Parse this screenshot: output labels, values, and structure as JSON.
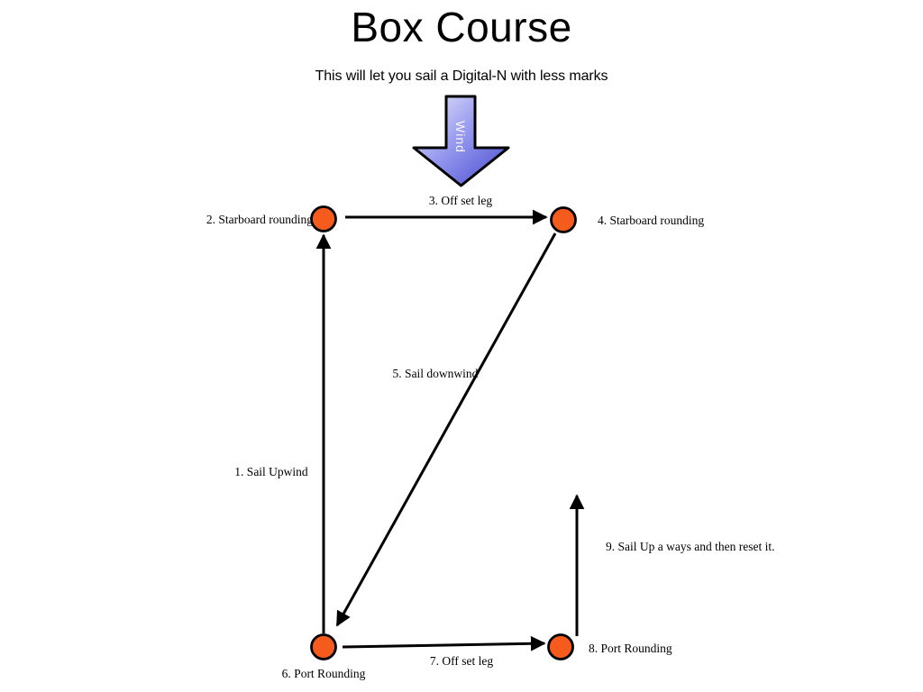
{
  "title": "Box Course",
  "subtitle": "This will let you sail a Digital-N with less marks",
  "wind": {
    "label": "Wind",
    "gradient": [
      "#ecebfd",
      "#9a9def",
      "#4448ce"
    ]
  },
  "colors": {
    "mark_fill": "#f65b1e",
    "line": "#000000",
    "wind_label": "#ffffff"
  },
  "steps": [
    {
      "label": "1. Sail Upwind"
    },
    {
      "label": "2. Starboard rounding"
    },
    {
      "label": "3. Off set leg"
    },
    {
      "label": "4. Starboard rounding"
    },
    {
      "label": "5. Sail downwind"
    },
    {
      "label": "6. Port Rounding"
    },
    {
      "label": "7. Off set leg"
    },
    {
      "label": "8. Port Rounding"
    },
    {
      "label": "9. Sail Up a ways and then reset it."
    }
  ]
}
